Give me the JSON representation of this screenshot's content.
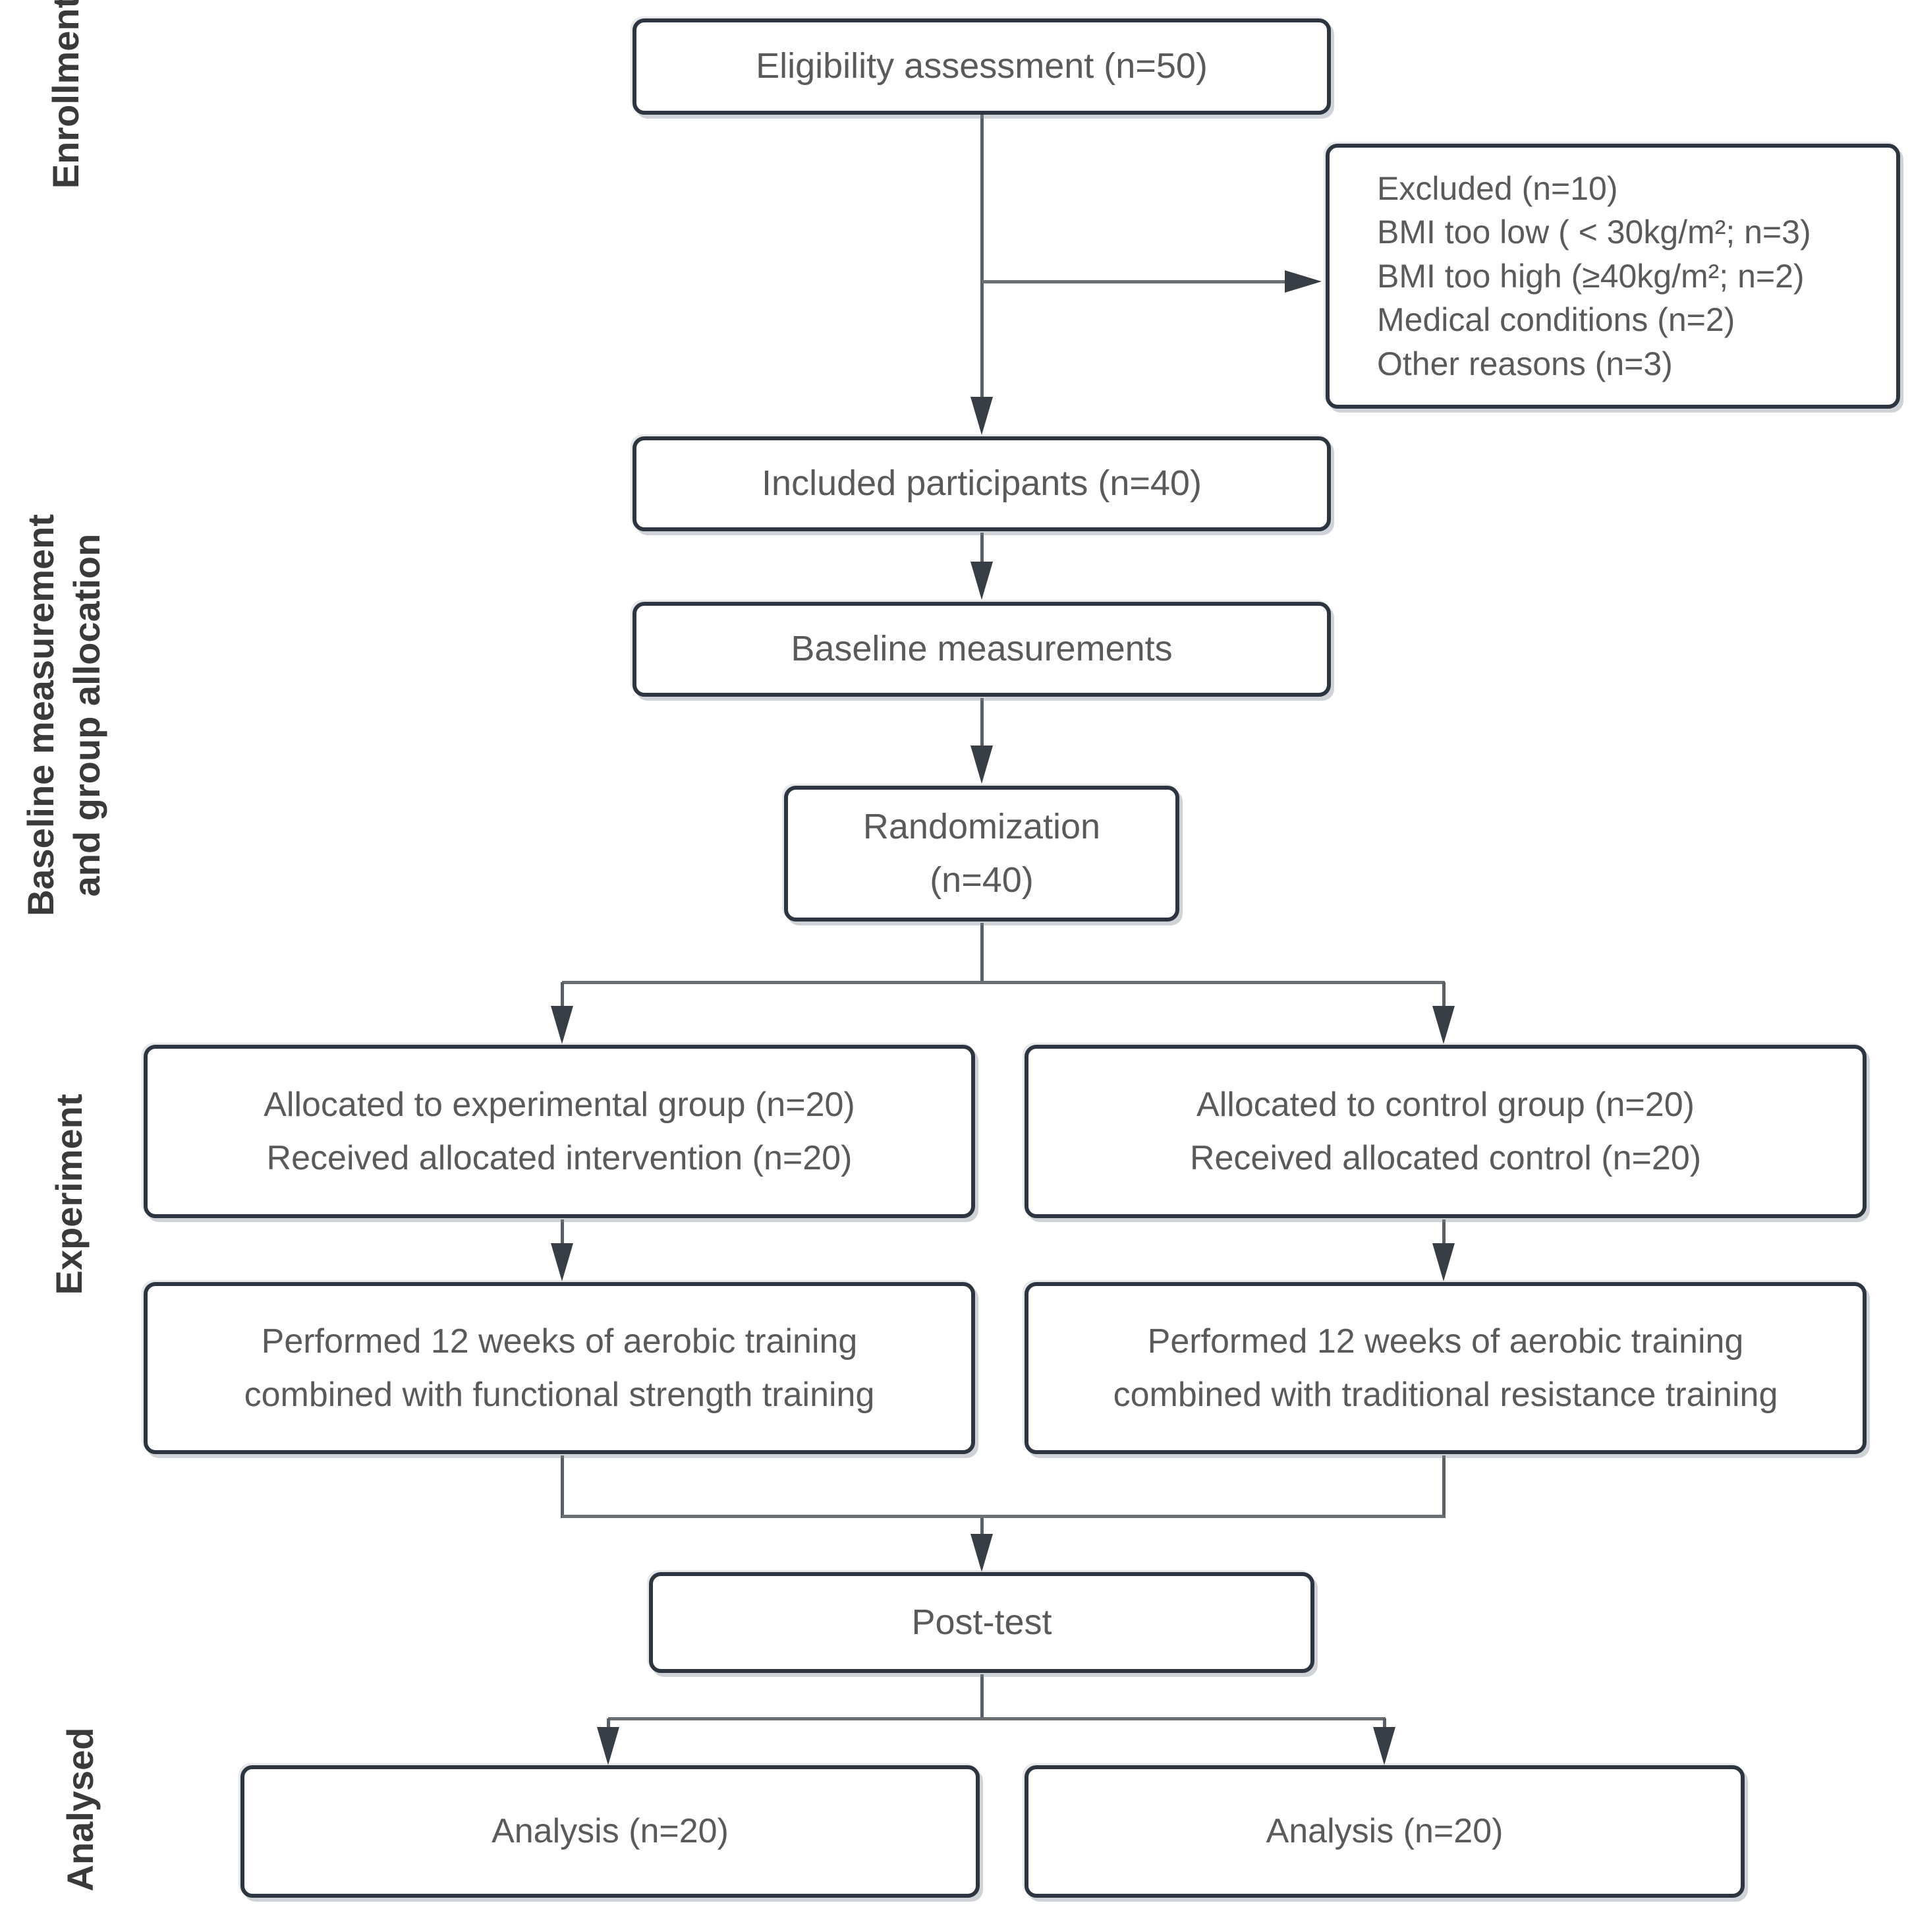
{
  "diagram": {
    "title_implicit": "CONSORT participant flow diagram",
    "side_labels": {
      "enrollment": "Enrollment",
      "baseline_allocation": "Baseline measurement\nand group allocation",
      "experiment": "Experiment",
      "analysed": "Analysed"
    },
    "boxes": {
      "eligibility": "Eligibility assessment (n=50)",
      "excluded": "Excluded (n=10)\nBMI too low ( < 30kg/m²; n=3)\nBMI too high (≥40kg/m²; n=2)\nMedical conditions (n=2)\nOther reasons (n=3)",
      "included": "Included participants (n=40)",
      "baseline_measurements": "Baseline measurements",
      "randomization": "Randomization\n(n=40)",
      "allocated_experimental": "Allocated to experimental group (n=20)\nReceived allocated intervention (n=20)",
      "allocated_control": "Allocated to control group (n=20)\nReceived allocated control (n=20)",
      "performed_experimental": "Performed 12 weeks of aerobic training\ncombined with functional strength training",
      "performed_control": "Performed 12 weeks of aerobic training\ncombined with traditional resistance training",
      "post_test": "Post-test",
      "analysis_experimental": "Analysis (n=20)",
      "analysis_control": "Analysis (n=20)"
    },
    "counts": {
      "assessed": 50,
      "excluded_total": 10,
      "excluded_bmi_low": 3,
      "excluded_bmi_high": 2,
      "excluded_medical": 2,
      "excluded_other": 3,
      "included": 40,
      "randomized": 40,
      "experimental_group": 20,
      "control_group": 20,
      "analysed_experimental": 20,
      "analysed_control": 20
    },
    "colors": {
      "box_border": "#2d3640",
      "box_fill": "#ffffff",
      "box_text": "#5a5a5a",
      "connector_line": "#585f66",
      "arrowhead": "#383e45",
      "side_label_text": "#3a3a3a",
      "background": "#ffffff"
    }
  }
}
